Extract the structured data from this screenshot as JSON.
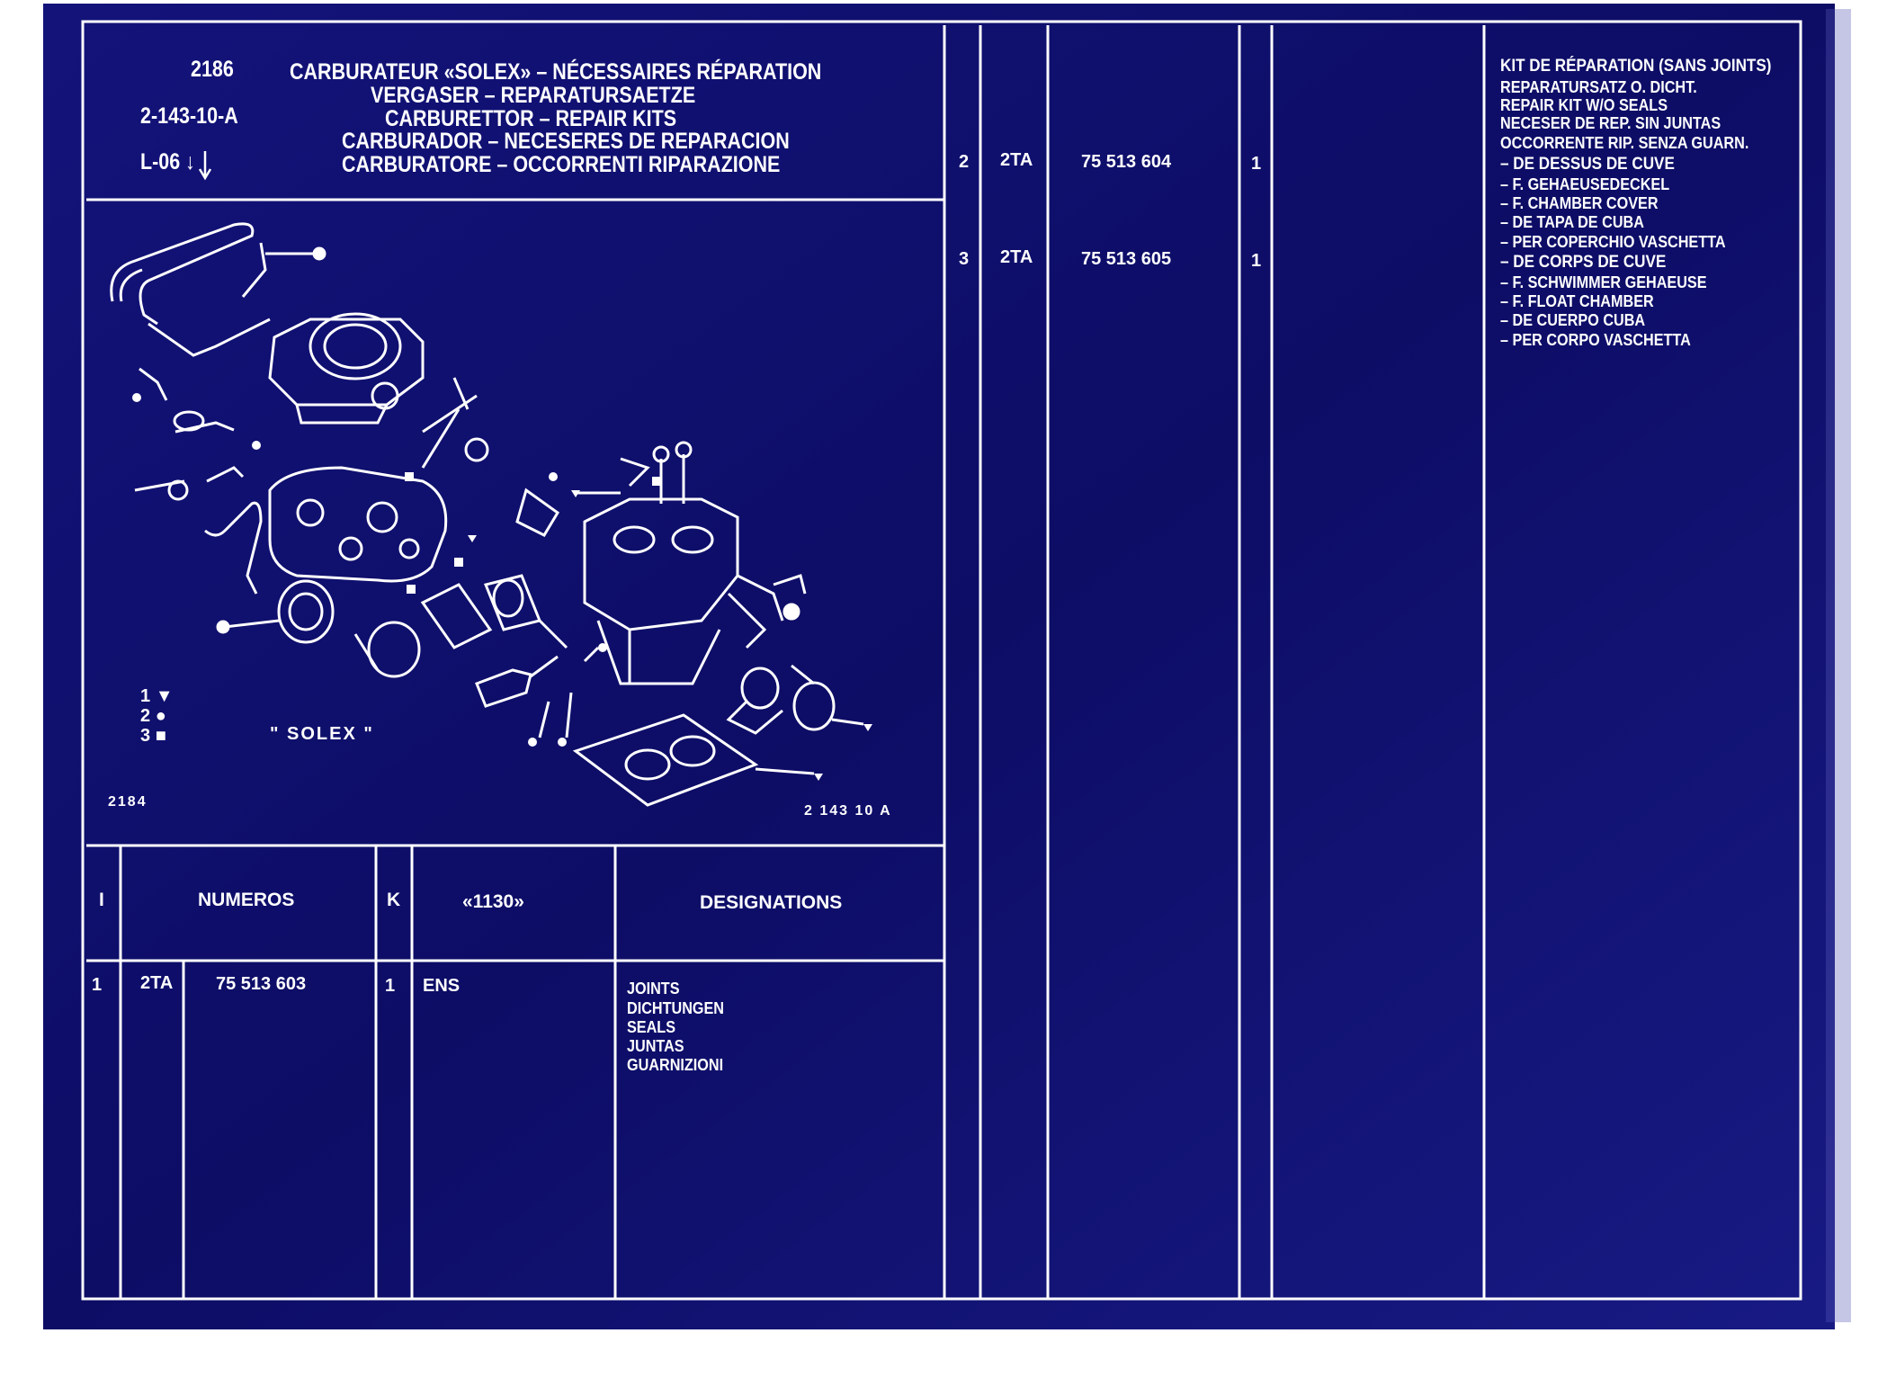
{
  "header": {
    "ref_number": "2186",
    "ref_code": "2-143-10-A",
    "ref_page": "L-06 ↓",
    "titles": [
      "CARBURATEUR «SOLEX» – NÉCESSAIRES RÉPARATION",
      "VERGASER – REPARATURSAETZE",
      "CARBURETTOR – REPAIR KITS",
      "CARBURADOR – NECESERES DE REPARACION",
      "CARBURATORE – OCCORRENTI RIPARAZIONE"
    ]
  },
  "diagram": {
    "legend": [
      {
        "num": "1",
        "symbol": "▼"
      },
      {
        "num": "2",
        "symbol": "●"
      },
      {
        "num": "3",
        "symbol": "■"
      }
    ],
    "brand_label": "\" SOLEX \"",
    "corner_left": "2184",
    "corner_right": "2 143 10 A"
  },
  "table": {
    "headers": {
      "index": "I",
      "numbers": "NUMEROS",
      "k": "K",
      "model": "«1130»",
      "designations": "DESIGNATIONS"
    },
    "rows": [
      {
        "index": "1",
        "prefix": "2TA",
        "part_number": "75 513 603",
        "k": "1",
        "unit": "ENS",
        "designation_title": "JOINTS",
        "designation_lines": [
          "DICHTUNGEN",
          "SEALS",
          "JUNTAS",
          "GUARNIZIONI"
        ]
      }
    ]
  },
  "right_rows": [
    {
      "index": "2",
      "prefix": "2TA",
      "part_number": "75 513 604",
      "k": "1"
    },
    {
      "index": "3",
      "prefix": "2TA",
      "part_number": "75 513 605",
      "k": "1"
    }
  ],
  "kit_designation": {
    "title": "KIT DE RÉPARATION (SANS JOINTS)",
    "lines": [
      "REPARATURSATZ O. DICHT.",
      "REPAIR KIT W/O SEALS",
      "NECESER DE REP. SIN JUNTAS",
      "OCCORRENTE RIP. SENZA GUARN."
    ],
    "cover_title": "– DE DESSUS DE CUVE",
    "cover_lines": [
      "– F. GEHAEUSEDECKEL",
      "– F. CHAMBER COVER",
      "– DE TAPA DE CUBA",
      "– PER COPERCHIO VASCHETTA"
    ],
    "body_title": "– DE CORPS DE CUVE",
    "body_lines": [
      "– F. SCHWIMMER GEHAEUSE",
      "– F. FLOAT CHAMBER",
      "– DE CUERPO CUBA",
      "– PER CORPO VASCHETTA"
    ]
  },
  "colors": {
    "sheet": "#0f0f6b",
    "ink": "#ffffff"
  }
}
